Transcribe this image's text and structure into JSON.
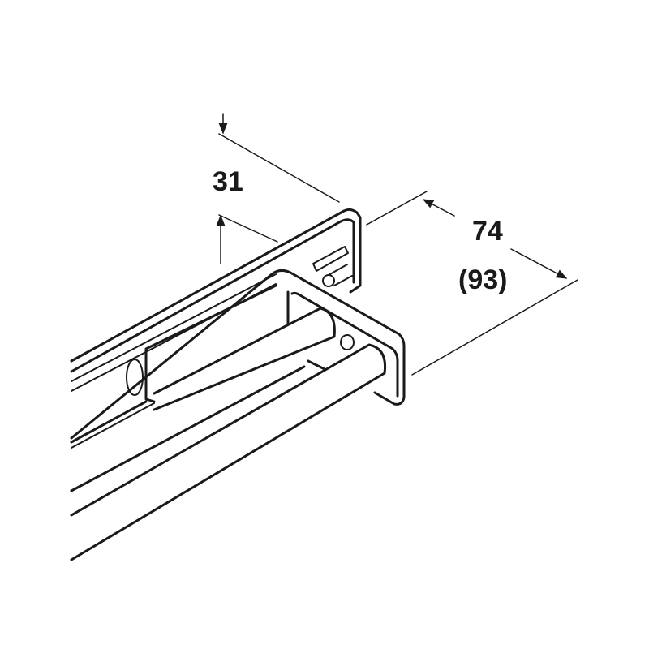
{
  "dimensions": {
    "height": "31",
    "width": "74",
    "width_alt": "(93)"
  },
  "colors": {
    "line": "#1a1a1a",
    "background": "#ffffff"
  }
}
